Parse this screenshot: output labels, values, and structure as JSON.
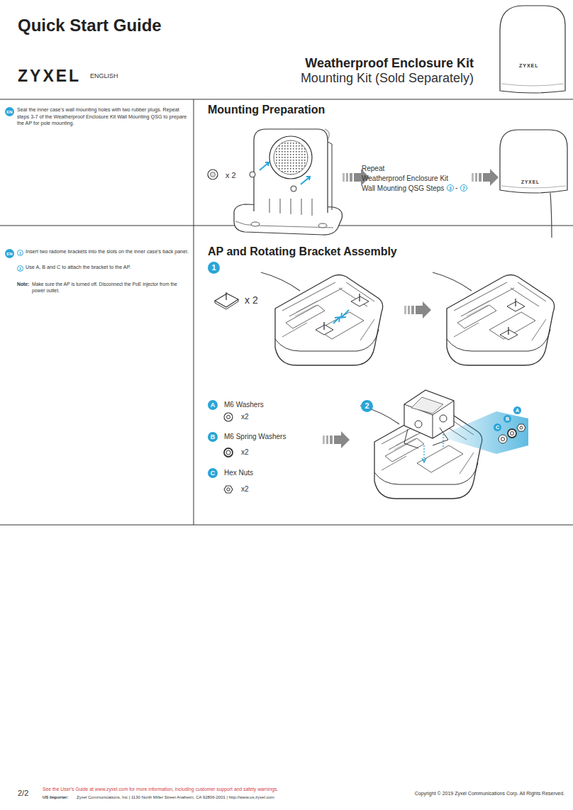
{
  "diagram": {
    "title": "Quick Start Guide",
    "labels": [
      "ZYXEL",
      "ENGLISH",
      "Weatherproof Enclosure Kit",
      "Mounting Kit (Sold Separately)",
      "ZYXEL",
      "EN",
      "Seal the inner case's wall mounting holes with two rubber plugs. Repeat steps 3-7 of the Weatherproof Enclosure Kit Wall Mounting QSG to prepare the AP for pole mounting.",
      "Mounting Preparation",
      "x 2",
      "Repeat",
      "Weatherproof Enclosure Kit",
      "Wall Mounting QSG Steps",
      "3",
      "-",
      "7",
      "ZYXEL",
      "EN",
      "1",
      "Insert two radome brackets into the slots on the inner case's back panel.",
      "2",
      "Use A, B and C to attach the bracket to the AP.",
      "Note:",
      "Make sure the AP is turned off. Disconnect the PoE injector from the power outlet.",
      "AP and Rotating Bracket Assembly",
      "1",
      "x 2",
      "A",
      "M6 Washers",
      "x2",
      "B",
      "M6 Spring Washers",
      "x2",
      "C",
      "Hex Nuts",
      "x2",
      "2",
      "A",
      "B",
      "C",
      "2/2",
      "See the User's Guide at www.zyxel.com for more information, including customer support and safety warnings.",
      "US Importer:",
      "Zyxel Communications, Inc | 1130 North Miller Street Anaheim, CA 92806-2001 | http://www.us.zyxel.com",
      "Copyright © 2019 Zyxel Communications Corp. All Rights Reserved."
    ]
  }
}
